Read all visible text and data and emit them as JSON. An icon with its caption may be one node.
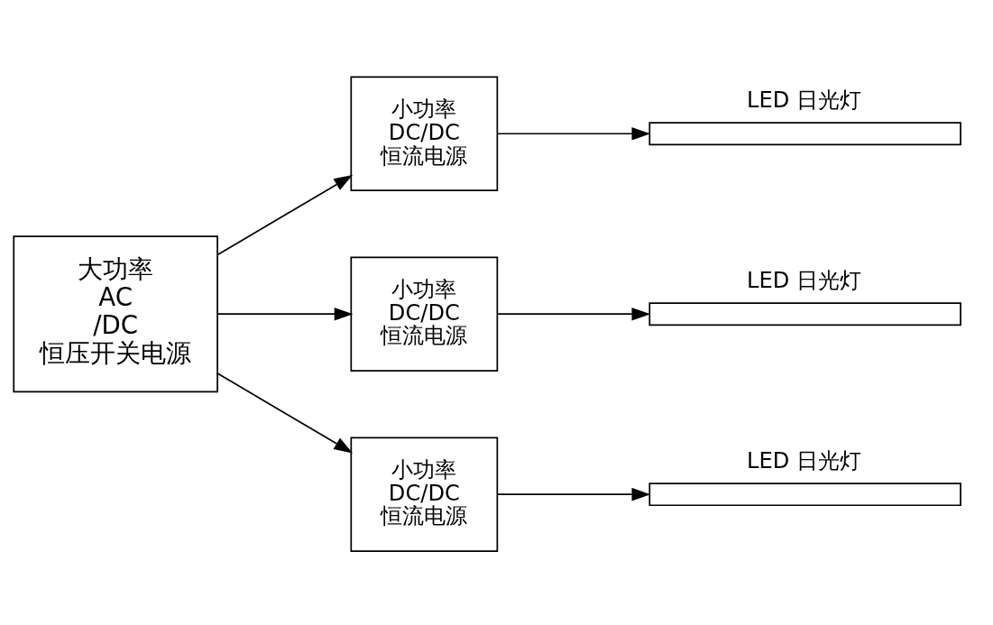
{
  "diagram": {
    "nodes": [
      {
        "text": [
          "大功率 AC/DC恒压开关电源"
        ]
      },
      {
        "text": [
          "小功率DC/DC恒流电源"
        ]
      },
      {
        "text": [
          "小功率DC/DC恒流电源"
        ]
      },
      {
        "text": [
          "小功率DC/DC恒流电源"
        ]
      },
      {
        "text": [],
        "shape": "bar",
        "beside": [
          "LED 日光灯"
        ]
      },
      {
        "text": [],
        "shape": "bar",
        "beside": [
          "LED 日光灯"
        ]
      },
      {
        "text": [],
        "shape": "bar",
        "beside": [
          "LED 日光灯"
        ]
      }
    ],
    "edges": [
      {
        "from": 0,
        "to": 1,
        "arrow": "to"
      },
      {
        "from": 0,
        "to": 2,
        "arrow": "to"
      },
      {
        "from": 0,
        "to": 3,
        "arrow": "to"
      },
      {
        "from": 1,
        "to": 4,
        "arrow": "to"
      },
      {
        "from": 2,
        "to": 5,
        "arrow": "to"
      },
      {
        "from": 3,
        "to": 6,
        "arrow": "to"
      }
    ]
  }
}
